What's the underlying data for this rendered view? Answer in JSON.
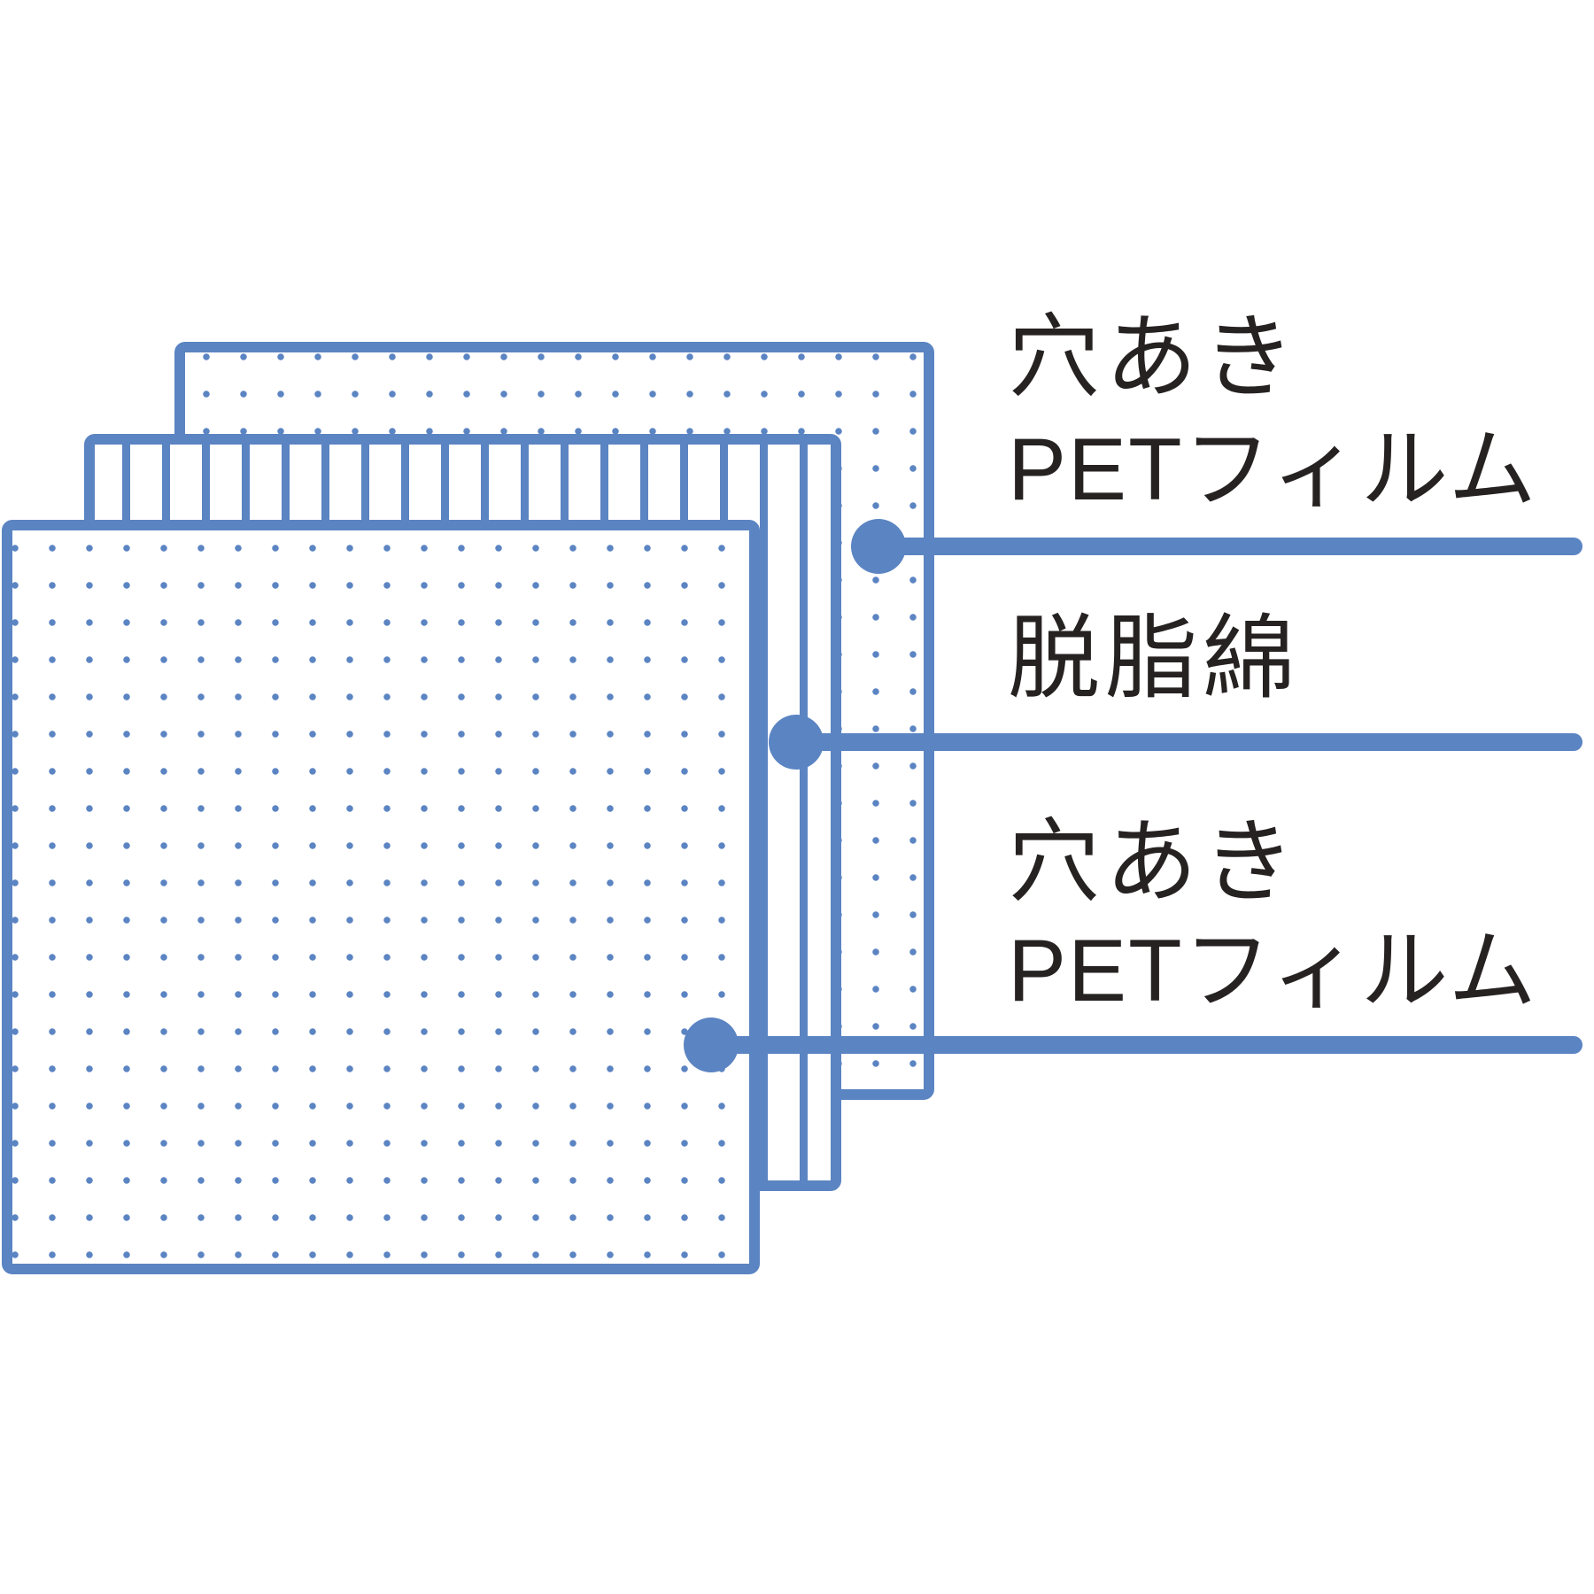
{
  "diagram": {
    "background_color": "#ffffff",
    "accent_color": "#5b84c2",
    "text_color": "#272222",
    "layers": [
      {
        "id": "back-film",
        "pattern": "dots",
        "label": "穴あきPETフィルム"
      },
      {
        "id": "cotton",
        "pattern": "stripes",
        "label": "脱脂綿"
      },
      {
        "id": "front-film",
        "pattern": "dots",
        "label": "穴あきPETフィルム"
      }
    ],
    "callouts": [
      {
        "id": "top",
        "target": "back-film",
        "label_line1": "穴あき",
        "label_line2": "PETフィルム"
      },
      {
        "id": "middle",
        "target": "cotton",
        "label_line1": "脱脂綿",
        "label_line2": ""
      },
      {
        "id": "bottom",
        "target": "front-film",
        "label_line1": "穴あき",
        "label_line2": "PETフィルム"
      }
    ]
  }
}
